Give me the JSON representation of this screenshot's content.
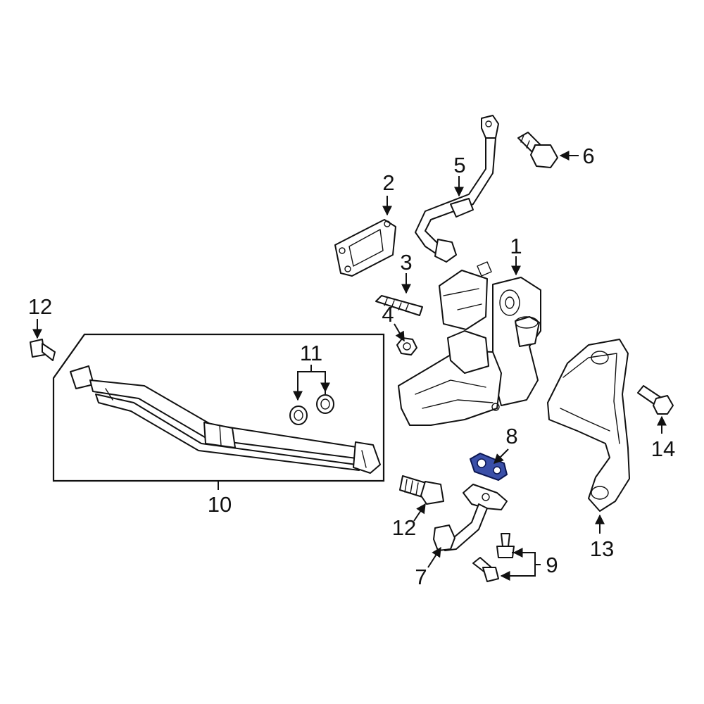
{
  "callouts": {
    "c1": "1",
    "c2": "2",
    "c3": "3",
    "c4": "4",
    "c5": "5",
    "c6": "6",
    "c7": "7",
    "c8": "8",
    "c9": "9",
    "c10": "10",
    "c11": "11",
    "c12a": "12",
    "c12b": "12",
    "c13": "13",
    "c14": "14"
  },
  "highlight": {
    "part": "8",
    "fill_color": "#3a4fa8",
    "stroke_color": "#0b1650"
  },
  "colors": {
    "background": "#ffffff",
    "line": "#111111"
  }
}
